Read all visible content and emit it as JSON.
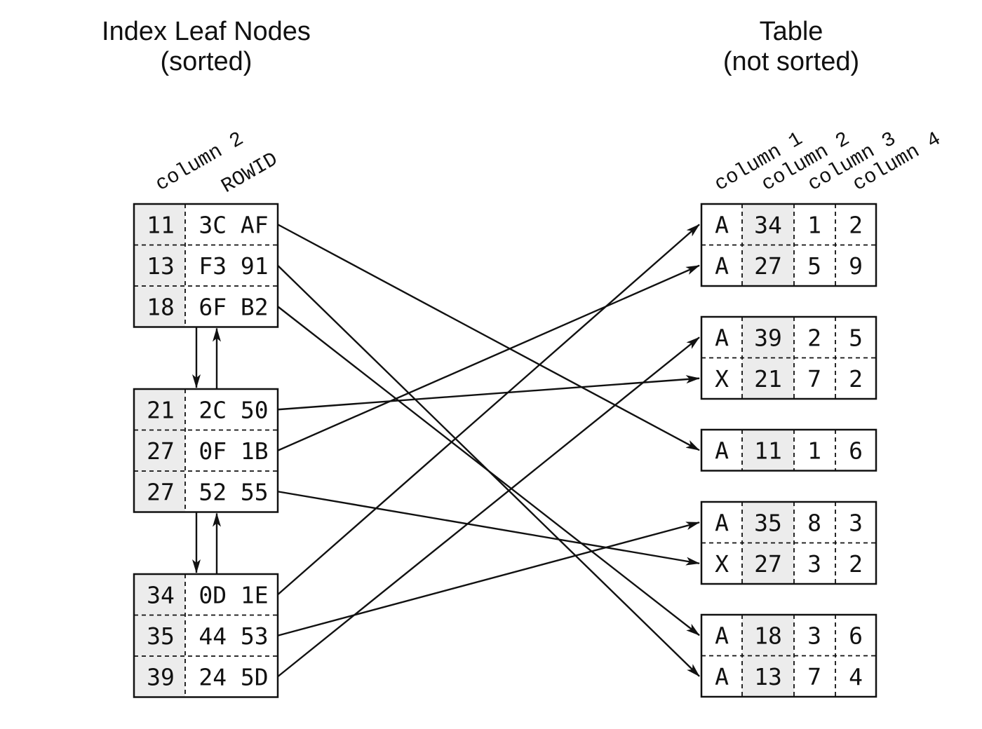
{
  "index": {
    "title_line1": "Index Leaf Nodes",
    "title_line2": "(sorted)",
    "column_headers": [
      "column 2",
      "ROWID"
    ],
    "nodes": [
      {
        "rows": [
          {
            "key": "11",
            "rowid": "3C AF"
          },
          {
            "key": "13",
            "rowid": "F3 91"
          },
          {
            "key": "18",
            "rowid": "6F B2"
          }
        ]
      },
      {
        "rows": [
          {
            "key": "21",
            "rowid": "2C 50"
          },
          {
            "key": "27",
            "rowid": "0F 1B"
          },
          {
            "key": "27",
            "rowid": "52 55"
          }
        ]
      },
      {
        "rows": [
          {
            "key": "34",
            "rowid": "0D 1E"
          },
          {
            "key": "35",
            "rowid": "44 53"
          },
          {
            "key": "39",
            "rowid": "24 5D"
          }
        ]
      }
    ]
  },
  "table": {
    "title_line1": "Table",
    "title_line2": "(not sorted)",
    "column_headers": [
      "column 1",
      "column 2",
      "column 3",
      "column 4"
    ],
    "blocks": [
      {
        "rows": [
          [
            "A",
            "34",
            "1",
            "2"
          ],
          [
            "A",
            "27",
            "5",
            "9"
          ]
        ]
      },
      {
        "rows": [
          [
            "A",
            "39",
            "2",
            "5"
          ],
          [
            "X",
            "21",
            "7",
            "2"
          ]
        ]
      },
      {
        "rows": [
          [
            "A",
            "11",
            "1",
            "6"
          ]
        ]
      },
      {
        "rows": [
          [
            "A",
            "35",
            "8",
            "3"
          ],
          [
            "X",
            "27",
            "3",
            "2"
          ]
        ]
      },
      {
        "rows": [
          [
            "A",
            "18",
            "3",
            "6"
          ],
          [
            "A",
            "13",
            "7",
            "4"
          ]
        ]
      }
    ]
  },
  "pointers": [
    {
      "from_node": 0,
      "from_row": 0,
      "to_block": 2,
      "to_row": 0
    },
    {
      "from_node": 0,
      "from_row": 1,
      "to_block": 4,
      "to_row": 1
    },
    {
      "from_node": 0,
      "from_row": 2,
      "to_block": 4,
      "to_row": 0
    },
    {
      "from_node": 1,
      "from_row": 0,
      "to_block": 1,
      "to_row": 1
    },
    {
      "from_node": 1,
      "from_row": 1,
      "to_block": 0,
      "to_row": 1
    },
    {
      "from_node": 1,
      "from_row": 2,
      "to_block": 3,
      "to_row": 1
    },
    {
      "from_node": 2,
      "from_row": 0,
      "to_block": 0,
      "to_row": 0
    },
    {
      "from_node": 2,
      "from_row": 1,
      "to_block": 3,
      "to_row": 0
    },
    {
      "from_node": 2,
      "from_row": 2,
      "to_block": 1,
      "to_row": 0
    }
  ],
  "colors": {
    "shade": "#ececec",
    "ink": "#111111"
  }
}
